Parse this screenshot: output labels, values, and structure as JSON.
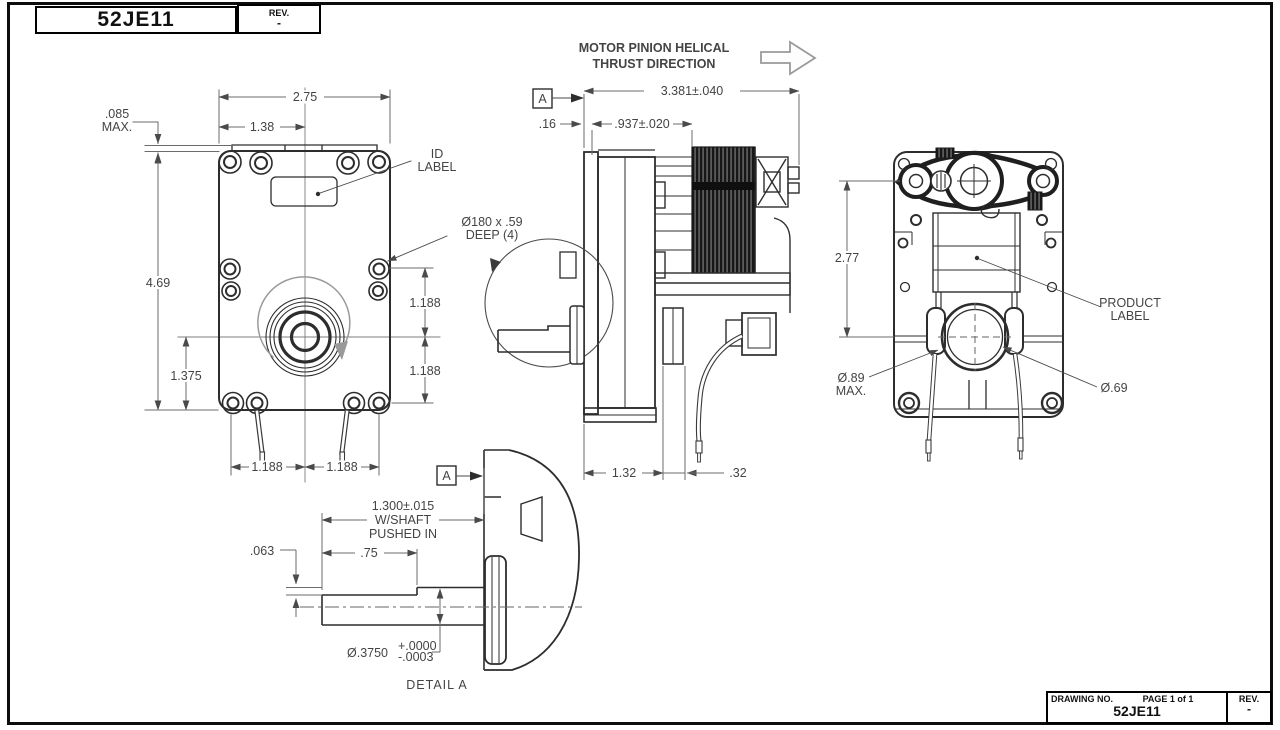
{
  "colors": {
    "ink": "#2f2f2f",
    "dim": "#6b6b6b",
    "accent_gray": "#9a9a9a"
  },
  "title_block_top": {
    "drawing_no": "52JE11",
    "rev_label": "REV.",
    "rev_value": "-"
  },
  "heading": {
    "line1": "MOTOR PINION HELICAL",
    "line2": "THRUST DIRECTION"
  },
  "front_view": {
    "dim_width": "2.75",
    "dim_half_width": "1.38",
    "dim_tab_height": ".085",
    "dim_tab_height_qual": "MAX.",
    "dim_height": "4.69",
    "dim_center_to_bottom": "1.375",
    "dim_right_upper": "1.188",
    "dim_right_lower": "1.188",
    "dim_bottom_left": "1.188",
    "dim_bottom_right": "1.188",
    "id_label_line1": "ID",
    "id_label_line2": "LABEL",
    "hole_note_line1": "Ø180 x .59",
    "hole_note_line2": "DEEP (4)"
  },
  "side_view": {
    "datum_flag": "A",
    "dim_overall": "3.381±.040",
    "dim_plate": ".16",
    "dim_gearcase": ".937±.020",
    "dim_foot": "1.32",
    "dim_wire": ".32"
  },
  "back_view": {
    "dim_height": "2.77",
    "product_label_line1": "PRODUCT",
    "product_label_line2": "LABEL",
    "dia_grommet_line1": "Ø.89",
    "dia_grommet_line2": "MAX.",
    "dia_boss": "Ø.69"
  },
  "detail_a": {
    "datum_flag": "A",
    "dim_shaft_len": "1.300±.015",
    "dim_shaft_note1": "W/SHAFT",
    "dim_shaft_note2": "PUSHED IN",
    "dim_step": ".063",
    "dim_flat": ".75",
    "dia_shaft": "Ø.3750",
    "dia_tol_plus": "+.0000",
    "dia_tol_minus": "-.0003",
    "caption": "DETAIL A"
  },
  "title_block_bottom": {
    "drawing_no_label": "DRAWING NO.",
    "page_label": "PAGE 1 of 1",
    "drawing_no": "52JE11",
    "rev_label": "REV.",
    "rev_value": "-"
  }
}
